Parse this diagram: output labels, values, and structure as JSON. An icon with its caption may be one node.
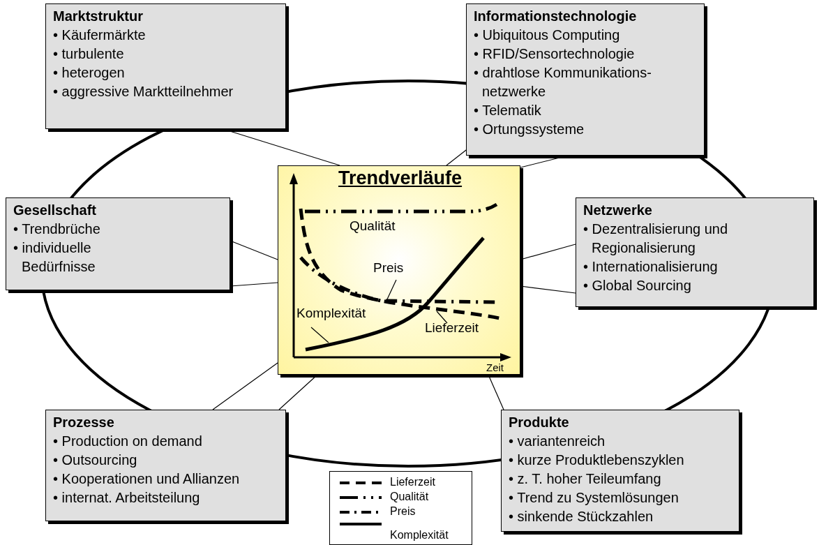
{
  "diagram": {
    "nodes": [
      {
        "text": [
          "Marktstruktur",
          "• Käufermärkte",
          "• turbulente",
          "• heterogen",
          "• aggressive Marktteilnehmer"
        ]
      },
      {
        "text": [
          "Informationstechnologie",
          "• Ubiquitous Computing",
          "• RFID/Sensortechnologie",
          "• drahtlose Kommunikations-netzwerke",
          "• Telematik",
          "• Ortungssysteme"
        ]
      },
      {
        "text": [
          "Gesellschaft",
          "• Trendbrüche",
          "• individuelle Bedürfnisse"
        ]
      },
      {
        "text": [
          "Trendverläufe"
        ]
      },
      {
        "text": [
          "Netzwerke",
          "• Dezentralisierung und Regionalisierung",
          "• Internationalisierung",
          "• Global Sourcing"
        ]
      },
      {
        "text": [
          "Prozesse",
          "• Production on demand",
          "• Outsourcing",
          "• Kooperationen und Allianzen",
          "• internat. Arbeitsteilung"
        ]
      },
      {
        "text": [
          "Produkte",
          "• variantenreich",
          "• kurze Produktlebenszyklen",
          "• z. T. hoher Teileumfang",
          "• Trend zu Systemlösungen",
          "• sinkende Stückzahlen"
        ]
      },
      {
        "text": [
          "Preis"
        ],
        "in": 3
      },
      {
        "text": [
          "Komplexität"
        ],
        "in": 3
      },
      {
        "text": [
          "Lieferzeit"
        ],
        "in": 3
      }
    ],
    "edges": [
      {
        "from": 0,
        "to": 3,
        "arrow": "none"
      },
      {
        "from": 1,
        "to": 3,
        "arrow": "none"
      },
      {
        "from": 1,
        "to": 3,
        "arrow": "none"
      },
      {
        "from": 2,
        "to": 3,
        "arrow": "none"
      },
      {
        "from": 2,
        "to": 3,
        "arrow": "none"
      },
      {
        "from": 4,
        "to": 3,
        "arrow": "none"
      },
      {
        "from": 4,
        "to": 3,
        "arrow": "none"
      },
      {
        "from": 5,
        "to": 3,
        "arrow": "none"
      },
      {
        "from": 5,
        "to": 3,
        "arrow": "none"
      },
      {
        "from": 6,
        "to": 3,
        "arrow": "none"
      },
      {
        "from": 7,
        "to": null,
        "arrow": "none"
      },
      {
        "from": 8,
        "to": null,
        "arrow": "none"
      },
      {
        "from": 9,
        "to": null,
        "arrow": "none"
      }
    ],
    "labels": [
      "Qualität",
      "Zeit"
    ],
    "legend": [
      {
        "text": "Lieferzeit"
      },
      {
        "text": "Qualität"
      },
      {
        "text": "Preis"
      },
      {
        "text": "Komplexität"
      }
    ]
  }
}
